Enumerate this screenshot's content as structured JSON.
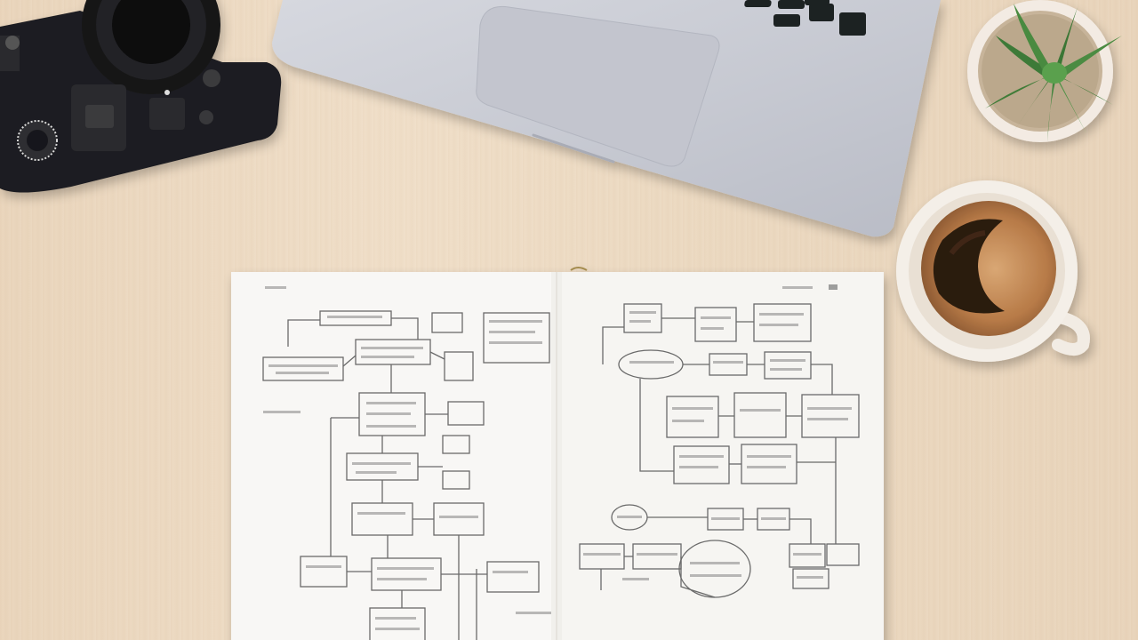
{
  "scene": {
    "objects": [
      "camera",
      "laptop",
      "succulent",
      "coffee-cup",
      "notebook"
    ],
    "colors": {
      "desk": "#ecd9c1",
      "laptop": "#c9cbd4",
      "camera": "#1d1d1f",
      "paper": "#f7f6f4",
      "ink": "#5a5a5a",
      "coffee": "#3a2618",
      "crema": "#c8905a",
      "plant": "#3f7a3a",
      "pot": "#f0e6dc"
    }
  }
}
